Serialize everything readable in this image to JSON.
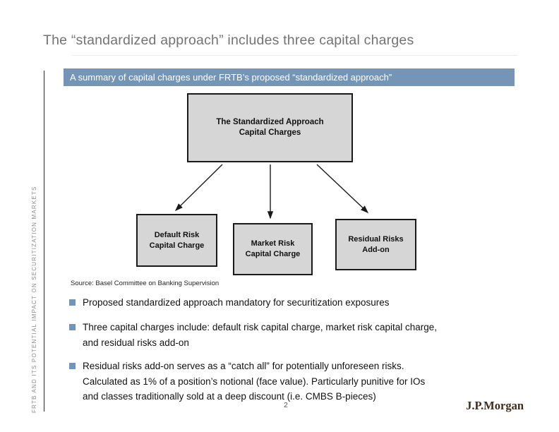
{
  "colors": {
    "accent_blue": "#7595b7",
    "box_fill": "#d6d6d6",
    "box_border": "#1a1a1a",
    "title_gray": "#737373",
    "bullet_square": "#7394b6",
    "logo_brown": "#3f2c1c"
  },
  "slide": {
    "title": "The “standardized approach” includes three capital charges"
  },
  "sidebar": {
    "vertical_text": "FRTB AND ITS POTENTIAL IMPACT ON SECURITIZATION MARKETS"
  },
  "section_header": {
    "text": "A summary of capital charges under FRTB’s proposed “standardized approach”"
  },
  "diagram": {
    "top_box": {
      "lines": [
        "The Standardized Approach",
        "Capital Charges"
      ]
    },
    "child_boxes": [
      {
        "lines": [
          "Default Risk",
          "Capital Charge"
        ]
      },
      {
        "lines": [
          "Market Risk",
          "Capital Charge"
        ]
      },
      {
        "lines": [
          "Residual Risks",
          "Add-on"
        ]
      }
    ]
  },
  "source": {
    "text": "Source: Basel Committee on Banking Supervision"
  },
  "bullets": [
    {
      "lines": [
        "Proposed standardized approach mandatory for securitization exposures"
      ]
    },
    {
      "lines": [
        "Three capital charges include: default risk capital charge, market risk capital charge,",
        "and residual risks add-on"
      ]
    },
    {
      "lines": [
        "Residual risks add-on serves as a “catch all” for potentially unforeseen risks.",
        "Calculated as 1% of a position’s notional (face value).  Particularly punitive for IOs",
        "and classes traditionally sold at a deep discount (i.e. CMBS B-pieces)"
      ]
    }
  ],
  "footer": {
    "page_number": "2",
    "logo_text": "J.P.Morgan"
  }
}
